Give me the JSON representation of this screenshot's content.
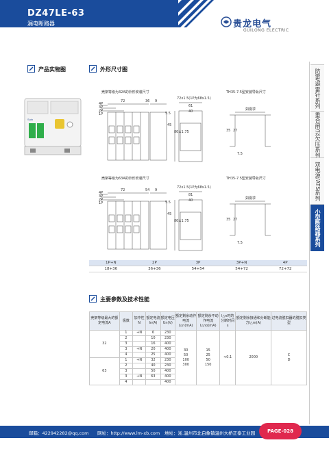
{
  "header": {
    "model": "DZ47LE-63",
    "subtitle": "漏电断路器",
    "brand_cn": "贵龙电气",
    "brand_en": "GUILONG ELECTRIC",
    "accent": "#1a4c9c"
  },
  "sidebar": {
    "items": [
      {
        "label": "防雷/避雷针系列"
      },
      {
        "label": "重合闸/过欠压系列"
      },
      {
        "label": "双电源/ATS系列"
      },
      {
        "label": "小型断路器系列"
      }
    ],
    "active_index": 3
  },
  "sections": {
    "photo": "产品实物图",
    "dimensions": "外形尺寸图",
    "params": "主要参数及技术性能"
  },
  "diagrams": {
    "top_left_caption": "壳架等级为32A的外形安装尺寸",
    "top_right_caption": "TH35-7.5型安装导轨尺寸",
    "bottom_left_caption": "壳架等级为63A的外形安装尺寸",
    "bottom_right_caption": "TH35-7.5型安装导轨尺寸",
    "poles": [
      "4P",
      "3P",
      "2P",
      "1P"
    ],
    "top_dims": {
      "d72": "72",
      "d36": "36",
      "d9": "9",
      "d72x1": "72x1.5(1P为68x1.5)",
      "d61": "61",
      "d40": "40",
      "d5_5": "5.5",
      "d45": "45",
      "d80": "80±1.75",
      "d35": "35",
      "d27": "27",
      "rail_note": "如需求",
      "d7_5": "7.5"
    },
    "bottom_dims": {
      "d72": "72",
      "d54": "54",
      "d9": "9",
      "d72x1": "72x1.5(1P为68x1.5)",
      "d81": "81",
      "d40": "40",
      "d5_5": "5.5",
      "d45": "45",
      "d80": "80±1.75",
      "d35": "35",
      "d27": "27",
      "rail_note": "如需求",
      "d7_5": "7.5"
    }
  },
  "width_table": {
    "headers": [
      "1P+N",
      "2P",
      "3P",
      "3P+N",
      "4P"
    ],
    "values": [
      "18+36",
      "36+36",
      "54+54",
      "54+72",
      "72+72"
    ]
  },
  "param_table": {
    "headers": [
      "壳架等级最大的额定电流A",
      "极数",
      "加中性N",
      "额定电流In(A)",
      "额定电压Un(V)",
      "额定剩余动作电流I△n(mA)",
      "额定剩余不动作电流I△no(mA)",
      "I△n时的分断时间s",
      "额定剩余接通和分断能力I△m(A)",
      "过电流脱扣器的脱扣类型"
    ],
    "frame_32": "32",
    "frame_63": "63",
    "rows_32": [
      {
        "pole": "1",
        "n": "+N",
        "in": "6",
        "un": "230"
      },
      {
        "pole": "2",
        "n": "",
        "in": "10",
        "un": "230"
      },
      {
        "pole": "3",
        "n": "",
        "in": "16",
        "un": "400"
      },
      {
        "pole": "3",
        "n": "+N",
        "in": "20",
        "un": "400"
      },
      {
        "pole": "4",
        "n": "",
        "in": "25",
        "un": "400"
      }
    ],
    "rows_63": [
      {
        "pole": "1",
        "n": "+N",
        "in": "32",
        "un": "230"
      },
      {
        "pole": "2",
        "n": "",
        "in": "40",
        "un": "230"
      },
      {
        "pole": "3",
        "n": "",
        "in": "50",
        "un": "400"
      },
      {
        "pole": "3",
        "n": "+N",
        "in": "63",
        "un": "400"
      },
      {
        "pole": "4",
        "n": "",
        "in": "",
        "un": "400"
      }
    ],
    "residual_values": "30\n50\n100\n300",
    "non_operating_values": "15\n25\n50\n150",
    "break_time": "<0.1",
    "breaking_capacity": "2000",
    "trip_type": "C\nD"
  },
  "footer": {
    "email": "邮箱：422942282@qq.com",
    "web": "网址：http://www.lm-xb.com",
    "address": "地址：浙.温州市北白象镇温州大桥正泰工业园",
    "page": "PAGE-028"
  }
}
